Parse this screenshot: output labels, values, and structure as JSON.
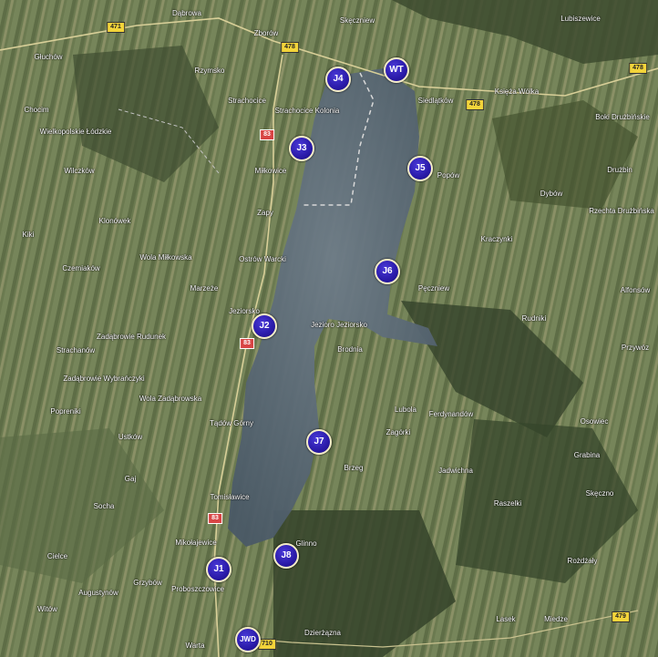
{
  "colors": {
    "lake": "#4f5f6e",
    "forest": "#3c4a2e",
    "fields": "#6a7a50",
    "marker_fill": "#2a1aa8",
    "marker_border": "#f4ecc8",
    "road_yellow": "#f3d43a",
    "road_red": "#d84545"
  },
  "places": [
    {
      "id": "dabrowa",
      "label": "Dąbrowa"
    },
    {
      "id": "skeczniew",
      "label": "Skęczniew"
    },
    {
      "id": "lubiszewice",
      "label": "Lubiszewice"
    },
    {
      "id": "gluchow",
      "label": "Głuchów"
    },
    {
      "id": "zborow",
      "label": "Zborów"
    },
    {
      "id": "chocim",
      "label": "Chocim"
    },
    {
      "id": "rzymsko",
      "label": "Rzymsko"
    },
    {
      "id": "strachocice",
      "label": "Strachocice"
    },
    {
      "id": "strachocice_kolonia",
      "label": "Strachocice Kolonia"
    },
    {
      "id": "siedlatkow",
      "label": "Siedlątków"
    },
    {
      "id": "wielkopolskie",
      "label": "Wielkopolskie Łódzkie"
    },
    {
      "id": "ksieza_wolka",
      "label": "Księża Wólka"
    },
    {
      "id": "boki",
      "label": "Boki Drużbińskie"
    },
    {
      "id": "wilczkow",
      "label": "Wilczków"
    },
    {
      "id": "milkowice",
      "label": "Miłkowice"
    },
    {
      "id": "popow",
      "label": "Popów"
    },
    {
      "id": "druzbin",
      "label": "Drużbin"
    },
    {
      "id": "dybow",
      "label": "Dybów"
    },
    {
      "id": "rzechta",
      "label": "Rzechta Drużbińska"
    },
    {
      "id": "zapy",
      "label": "Zapy"
    },
    {
      "id": "klonowek",
      "label": "Klonówek"
    },
    {
      "id": "kraczynki",
      "label": "Kraczynki"
    },
    {
      "id": "kiki",
      "label": "Kiki"
    },
    {
      "id": "wola_mikowska",
      "label": "Wola Miłkowska"
    },
    {
      "id": "ostrow_warcki",
      "label": "Ostrów Warcki"
    },
    {
      "id": "czemiakow",
      "label": "Czemiaków"
    },
    {
      "id": "pecznew",
      "label": "Pęczniew"
    },
    {
      "id": "alfonsow",
      "label": "Alfonsów"
    },
    {
      "id": "marzeze",
      "label": "Marzeże"
    },
    {
      "id": "jeziorsko",
      "label": "Jeziorsko"
    },
    {
      "id": "jezioro",
      "label": "Jezioro Jeziorsko"
    },
    {
      "id": "rudniki",
      "label": "Rudniki"
    },
    {
      "id": "zadabrowie_rudunek",
      "label": "Zadąbrowie Rudunek"
    },
    {
      "id": "strachanow",
      "label": "Strachanów"
    },
    {
      "id": "brodnia",
      "label": "Brodnia"
    },
    {
      "id": "przywoz",
      "label": "Przywóz"
    },
    {
      "id": "zadabrowie_wybr",
      "label": "Zadąbrowie Wybrańczyki"
    },
    {
      "id": "lubola",
      "label": "Lubola"
    },
    {
      "id": "ferdynandow",
      "label": "Ferdynandów"
    },
    {
      "id": "popreniki",
      "label": "Popreniki"
    },
    {
      "id": "wola_zadabrowska",
      "label": "Wola Zadąbrowska"
    },
    {
      "id": "ustkow",
      "label": "Ustków"
    },
    {
      "id": "tadow",
      "label": "Tądów Górny"
    },
    {
      "id": "zagorki",
      "label": "Zagórki"
    },
    {
      "id": "osowiec",
      "label": "Osowiec"
    },
    {
      "id": "grabina",
      "label": "Grabina"
    },
    {
      "id": "brzeg",
      "label": "Brzeg"
    },
    {
      "id": "jadwichna",
      "label": "Jadwichna"
    },
    {
      "id": "gaj",
      "label": "Gaj"
    },
    {
      "id": "tomislawice",
      "label": "Tomisławice"
    },
    {
      "id": "skeczno",
      "label": "Skęczno"
    },
    {
      "id": "socha",
      "label": "Socha"
    },
    {
      "id": "raszelki",
      "label": "Raszelki"
    },
    {
      "id": "glinno",
      "label": "Glinno"
    },
    {
      "id": "cielce",
      "label": "Cielce"
    },
    {
      "id": "mikolajewice",
      "label": "Mikołajewice"
    },
    {
      "id": "rozdzaly",
      "label": "Rożdżały"
    },
    {
      "id": "grzyb",
      "label": "Grzybów"
    },
    {
      "id": "probostwo",
      "label": "Proboszczowice"
    },
    {
      "id": "augustynow",
      "label": "Augustynów"
    },
    {
      "id": "wilow",
      "label": "Witów"
    },
    {
      "id": "lasek",
      "label": "Lasek"
    },
    {
      "id": "miedze",
      "label": "Miedze"
    },
    {
      "id": "warta",
      "label": "Warta"
    },
    {
      "id": "dzierzazna",
      "label": "Dzierżązna"
    }
  ],
  "markers": [
    {
      "id": "j4",
      "label": "J4"
    },
    {
      "id": "wt",
      "label": "WT"
    },
    {
      "id": "j3",
      "label": "J3"
    },
    {
      "id": "j5",
      "label": "J5"
    },
    {
      "id": "j6",
      "label": "J6"
    },
    {
      "id": "j2",
      "label": "J2"
    },
    {
      "id": "j7",
      "label": "J7"
    },
    {
      "id": "j8",
      "label": "J8"
    },
    {
      "id": "j1",
      "label": "J1"
    },
    {
      "id": "jwd",
      "label": "JWD"
    }
  ],
  "roads": [
    {
      "id": "r471",
      "label": "471",
      "kind": "yellow"
    },
    {
      "id": "r478a",
      "label": "478",
      "kind": "yellow"
    },
    {
      "id": "r478b",
      "label": "478",
      "kind": "yellow"
    },
    {
      "id": "r478c",
      "label": "478",
      "kind": "yellow"
    },
    {
      "id": "r83a",
      "label": "83",
      "kind": "red"
    },
    {
      "id": "r83b",
      "label": "83",
      "kind": "red"
    },
    {
      "id": "r83c",
      "label": "83",
      "kind": "red"
    },
    {
      "id": "r479",
      "label": "479",
      "kind": "yellow"
    },
    {
      "id": "r710",
      "label": "710",
      "kind": "yellow"
    }
  ]
}
